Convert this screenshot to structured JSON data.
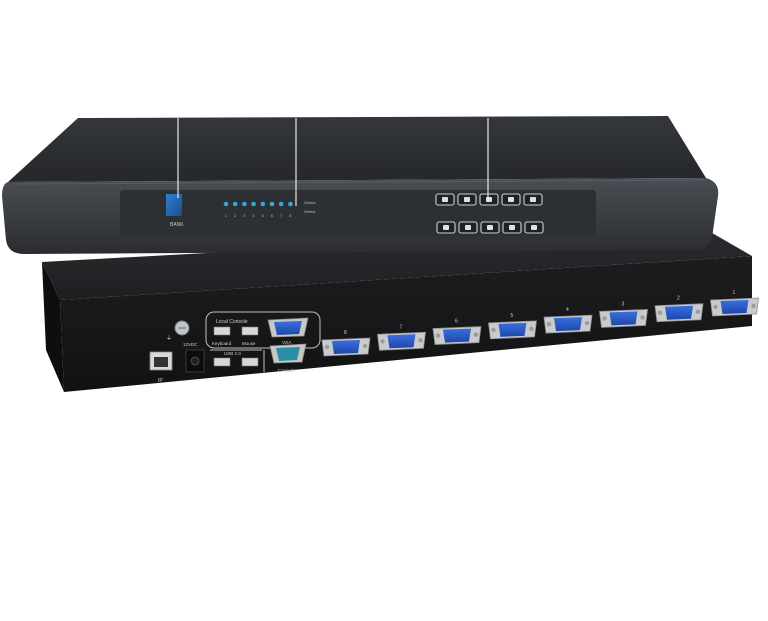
{
  "device": {
    "front_panel": {
      "bank_label": "BANK",
      "led_numbers": [
        "1",
        "2",
        "3",
        "4",
        "5",
        "6",
        "7",
        "8"
      ],
      "led_status_labels": [
        "Online",
        "Select"
      ],
      "button_rows": 2,
      "buttons_per_row": 5
    },
    "rear_panel": {
      "ip_label": "IP",
      "power_label": "12VDC",
      "local_console_label": "Local Console",
      "keyboard_label": "Keyboard",
      "mouse_label": "Mouse",
      "vga_label": "VGA",
      "usb_label": "USB 2.0",
      "cascade_label": "Cascade",
      "port_numbers": [
        "8",
        "7",
        "6",
        "5",
        "4",
        "3",
        "2",
        "1"
      ]
    },
    "colors": {
      "chassis": "#2b2d30",
      "front_bezel": "#3a3d42",
      "vga_blue": "#2a58c6",
      "led_blue": "#39a6d8",
      "callout_line": "#e8e8e8"
    }
  }
}
